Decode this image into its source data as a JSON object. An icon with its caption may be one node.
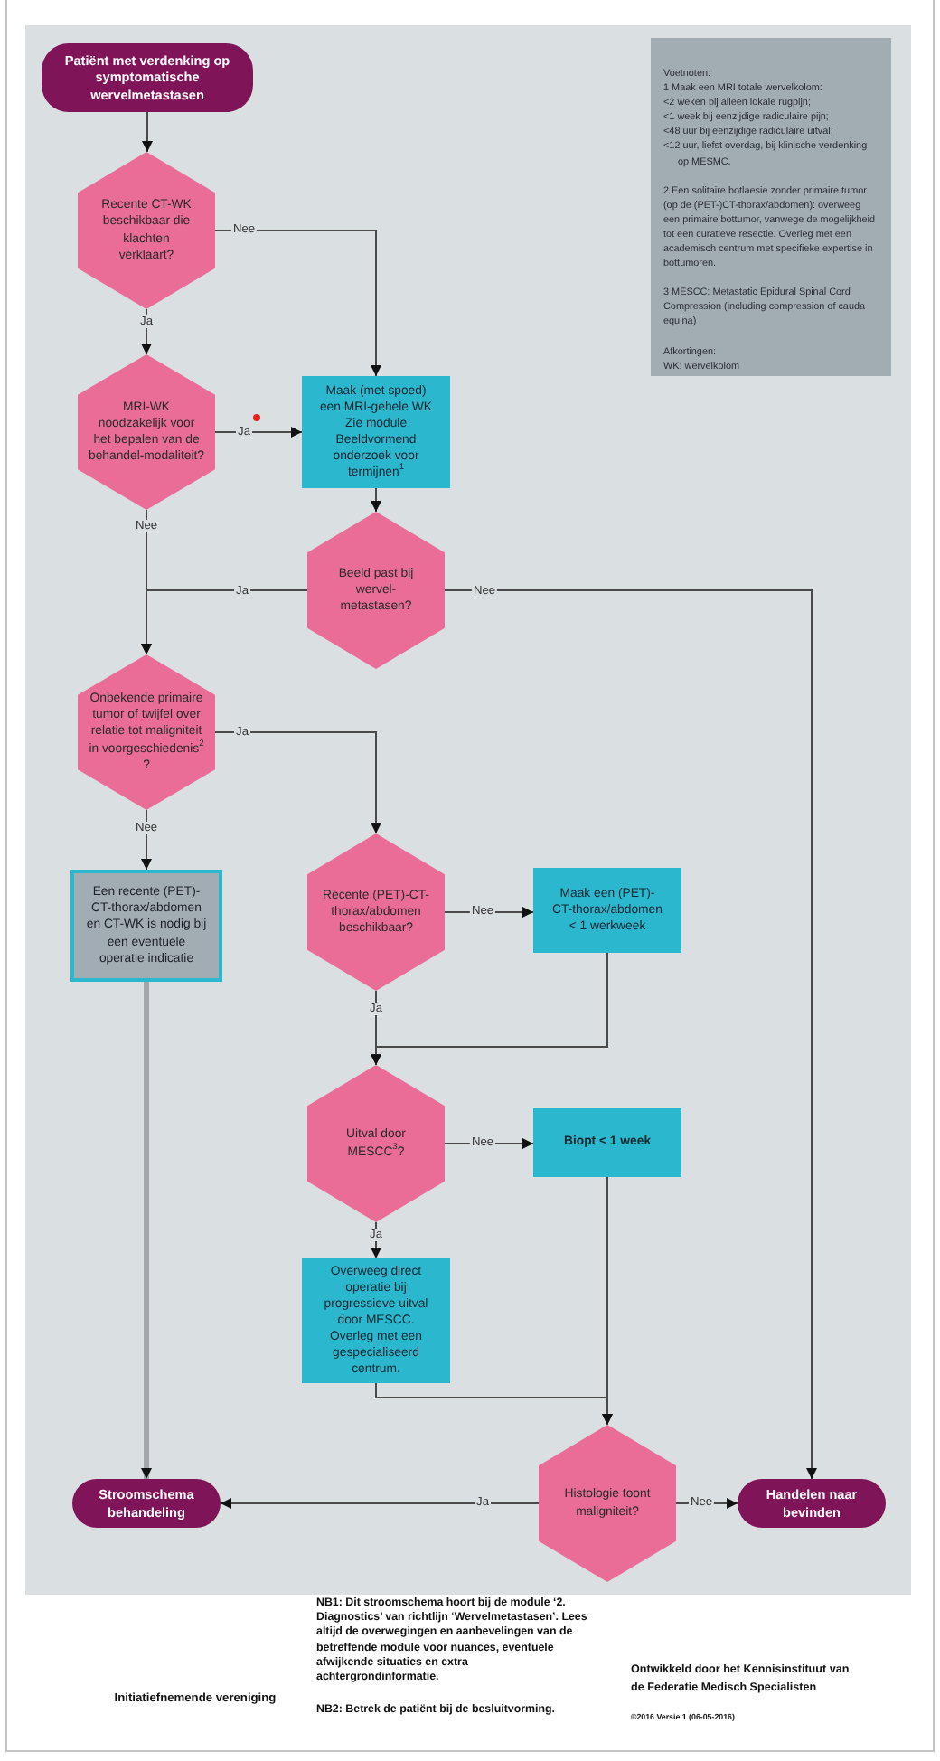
{
  "diagram": {
    "nodes": [
      {
        "text": [
          "Patiënt met verdenking op symptomatische wervelmetastasen"
        ]
      },
      {
        "text": [
          "Voetnoten:",
          "1 Maak een MRI totale wervelkolom:",
          "<2 weken bij alleen lokale rugpijn;",
          "<1 week bij eenzijdige radiculaire pijn;",
          "<48 uur bij eenzijdige radiculaire uitval;",
          "<12 uur, liefst overdag, bij klinische verdenking op MESMC.",
          "2 Een solitaire botlaesie zonder primaire tumor (op de (PET-)CT-thorax/abdomen): overweeg een primaire bottumor, vanwege de mogelijkheid tot een curatieve resectie. Overleg met een academisch centrum met specifieke expertise in bottumoren.",
          "3 MESCC: Metastatic Epidural Spinal Cord Compression (including compression of cauda equina)",
          "Afkortingen:",
          "WK: wervelkolom"
        ]
      },
      {
        "text": [
          "Recente CT-WK beschikbaar die klachten verklaart?"
        ]
      },
      {
        "text": [
          "MRI-WK noodzakelijk voor het bepalen van de behandel-modaliteit?"
        ]
      },
      {
        "text": [
          "Maak (met spoed) een MRI-gehele WK",
          "Zie module Beeldvormend onderzoek voor termijnen$^{1}$"
        ]
      },
      {
        "text": [
          "Beeld past bij wervel-metastasen?"
        ]
      },
      {
        "text": [
          "Onbekende primaire tumor of twijfel over relatie tot maligniteit in voorgeschiedenis$^{2}$ ?"
        ]
      },
      {
        "text": [
          "Een recente (PET)-CT-thorax/abdomen en CT-WK is nodig bij een eventuele operatie indicatie"
        ]
      },
      {
        "text": [
          "Recente (PET)-CT-thorax/abdomen beschikbaar?"
        ]
      },
      {
        "text": [
          "Maak een (PET)-CT-thorax/abdomen < 1 werkweek"
        ]
      },
      {
        "text": [
          "Uitval door MESCC$^{3}$?"
        ]
      },
      {
        "text": [
          "Biopt < 1 week"
        ]
      },
      {
        "text": [
          "Overweeg direct operatie bij progressieve uitval door MESCC. Overleg met een gespecialiseerd centrum."
        ]
      },
      {
        "text": [
          "Stroomschema behandeling"
        ]
      },
      {
        "text": [
          "Histologie toont maligniteit?"
        ]
      },
      {
        "text": [
          "Handelen naar bevinden"
        ]
      }
    ],
    "edges": [
      {
        "from": 0,
        "to": 2,
        "arrow": "to"
      },
      {
        "from": 2,
        "to": 3,
        "arrow": "to",
        "label": "Ja"
      },
      {
        "from": 2,
        "to": 4,
        "arrow": "to",
        "label": "Nee"
      },
      {
        "from": 3,
        "to": 4,
        "arrow": "to",
        "label": "Ja"
      },
      {
        "from": 3,
        "to": 6,
        "arrow": "to",
        "label": "Nee"
      },
      {
        "from": 4,
        "to": 5,
        "arrow": "to"
      },
      {
        "from": 5,
        "to": 6,
        "arrow": "to",
        "label": "Ja"
      },
      {
        "from": 5,
        "to": 15,
        "arrow": "to",
        "label": "Nee"
      },
      {
        "from": 6,
        "to": 8,
        "arrow": "to",
        "label": "Ja"
      },
      {
        "from": 6,
        "to": 7,
        "arrow": "to",
        "label": "Nee"
      },
      {
        "from": 7,
        "to": 13,
        "arrow": "to",
        "style": "thick",
        "color": "#a3a7ab"
      },
      {
        "from": 8,
        "to": 9,
        "arrow": "to",
        "label": "Nee"
      },
      {
        "from": 8,
        "to": 10,
        "arrow": "to",
        "label": "Ja"
      },
      {
        "from": 9,
        "to": 10,
        "arrow": "to"
      },
      {
        "from": 10,
        "to": 11,
        "arrow": "to",
        "label": "Nee"
      },
      {
        "from": 10,
        "to": 12,
        "arrow": "to",
        "label": "Ja"
      },
      {
        "from": 11,
        "to": 14,
        "arrow": "to"
      },
      {
        "from": 12,
        "to": 14,
        "arrow": "to"
      },
      {
        "from": 14,
        "to": 13,
        "arrow": "to",
        "label": "Ja"
      },
      {
        "from": 14,
        "to": 15,
        "arrow": "to",
        "label": "Nee"
      }
    ],
    "labels": [
      "Initiatiefnemende vereniging",
      "NB1: Dit stroomschema hoort bij de module ‘2. Diagnostics’ van richtlijn ‘Wervelmetastasen’. Lees altijd de overwegingen en aanbevelingen van de betreffende module voor nuances, eventuele afwijkende situaties en extra achtergrondinformatie.",
      "NB2: Betrek de patiënt bij de besluitvorming.",
      "Ontwikkeld door het Kennisinstituut van de Federatie Medisch Specialisten",
      "©2016 Versie 1 (06-05-2016)"
    ]
  }
}
